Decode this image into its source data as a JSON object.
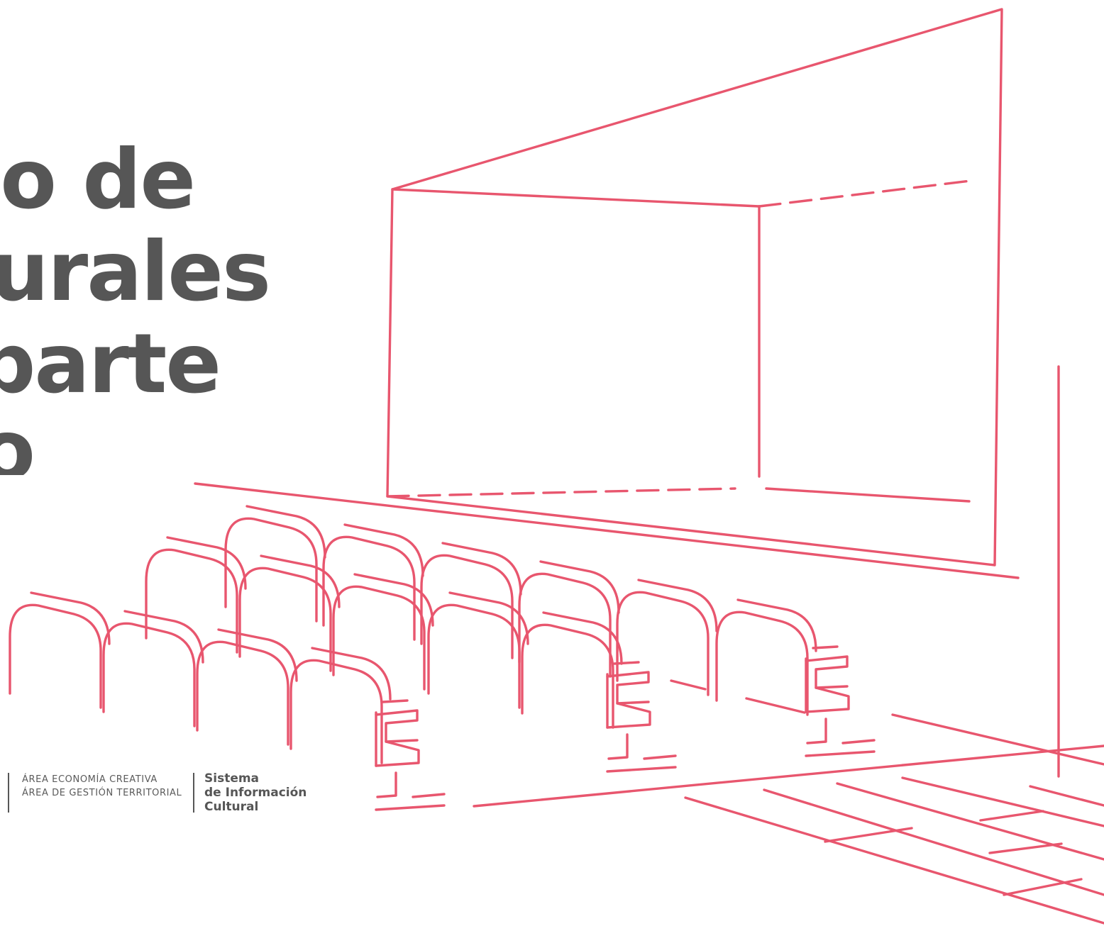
{
  "title": {
    "lines": [
      "nto de",
      "lturales",
      "r parte",
      "o"
    ]
  },
  "footer": {
    "areas": [
      "ÁREA ECONOMÍA CREATIVA",
      "ÁREA DE GESTIÓN TERRITORIAL"
    ],
    "brand": [
      "Sistema",
      "de Información",
      "Cultural"
    ]
  },
  "colors": {
    "accent": "#e8566e",
    "text": "#565656",
    "background": "#ffffff"
  }
}
